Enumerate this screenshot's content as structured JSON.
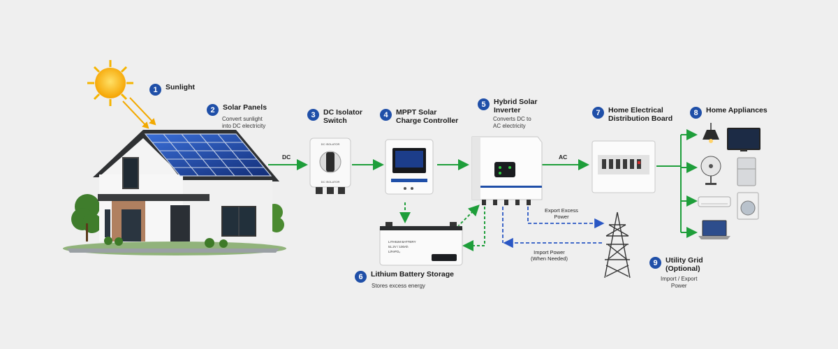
{
  "colors": {
    "background": "#efefef",
    "badge": "#1f4fa8",
    "dc_flow": "#1e9e3a",
    "grid_flow": "#2a57c4"
  },
  "steps": [
    {
      "n": "1",
      "title": "Sunlight",
      "desc": "",
      "icon": "sun-icon"
    },
    {
      "n": "2",
      "title": "Solar Panels",
      "desc": "Convert sunlight\ninto DC electricity",
      "icon": "solar-panel-icon"
    },
    {
      "n": "3",
      "title": "DC Isolator\nSwitch",
      "desc": "",
      "icon": "isolator-switch-icon"
    },
    {
      "n": "4",
      "title": "MPPT Solar\nCharge Controller",
      "desc": "",
      "icon": "charge-controller-icon"
    },
    {
      "n": "5",
      "title": "Hybrid Solar\nInverter",
      "desc": "Converts DC to\nAC electricity",
      "icon": "inverter-icon"
    },
    {
      "n": "6",
      "title": "Lithium Battery Storage",
      "desc": "Stores excess energy",
      "icon": "battery-icon"
    },
    {
      "n": "7",
      "title": "Home Electrical\nDistribution Board",
      "desc": "",
      "icon": "distribution-board-icon"
    },
    {
      "n": "8",
      "title": "Home Appliances",
      "desc": "",
      "icon": "appliances-icon"
    },
    {
      "n": "9",
      "title": "Utility Grid\n(Optional)",
      "desc": "Import / Export\nPower",
      "icon": "transmission-tower-icon"
    }
  ],
  "flows": {
    "dc": "DC",
    "ac": "AC",
    "export": "Export Excess\nPower",
    "import": "Import Power\n(When Needed)"
  },
  "battery_text": {
    "line1": "LITHIUM BATTERY",
    "line2": "51.2V / 100Ah",
    "line3": "LiFePO₄"
  },
  "isolator_text": {
    "top": "DC ISOLATOR",
    "bottom": "DC ISOLATOR"
  }
}
